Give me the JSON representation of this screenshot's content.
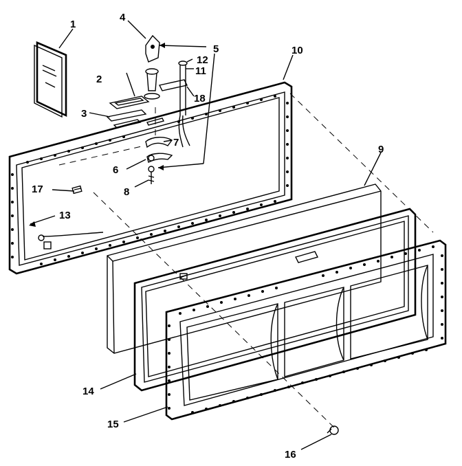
{
  "figure": {
    "callouts": [
      {
        "id": "c1",
        "text": "1"
      },
      {
        "id": "c2",
        "text": "2"
      },
      {
        "id": "c3",
        "text": "3"
      },
      {
        "id": "c4",
        "text": "4"
      },
      {
        "id": "c5",
        "text": "5"
      },
      {
        "id": "c6",
        "text": "6"
      },
      {
        "id": "c7",
        "text": "7"
      },
      {
        "id": "c8",
        "text": "8"
      },
      {
        "id": "c9",
        "text": "9"
      },
      {
        "id": "c10",
        "text": "10"
      },
      {
        "id": "c11",
        "text": "11"
      },
      {
        "id": "c12",
        "text": "12"
      },
      {
        "id": "c13",
        "text": "13"
      },
      {
        "id": "c14",
        "text": "14"
      },
      {
        "id": "c15",
        "text": "15"
      },
      {
        "id": "c16",
        "text": "16"
      },
      {
        "id": "c17",
        "text": "17"
      },
      {
        "id": "c18",
        "text": "18"
      }
    ]
  }
}
